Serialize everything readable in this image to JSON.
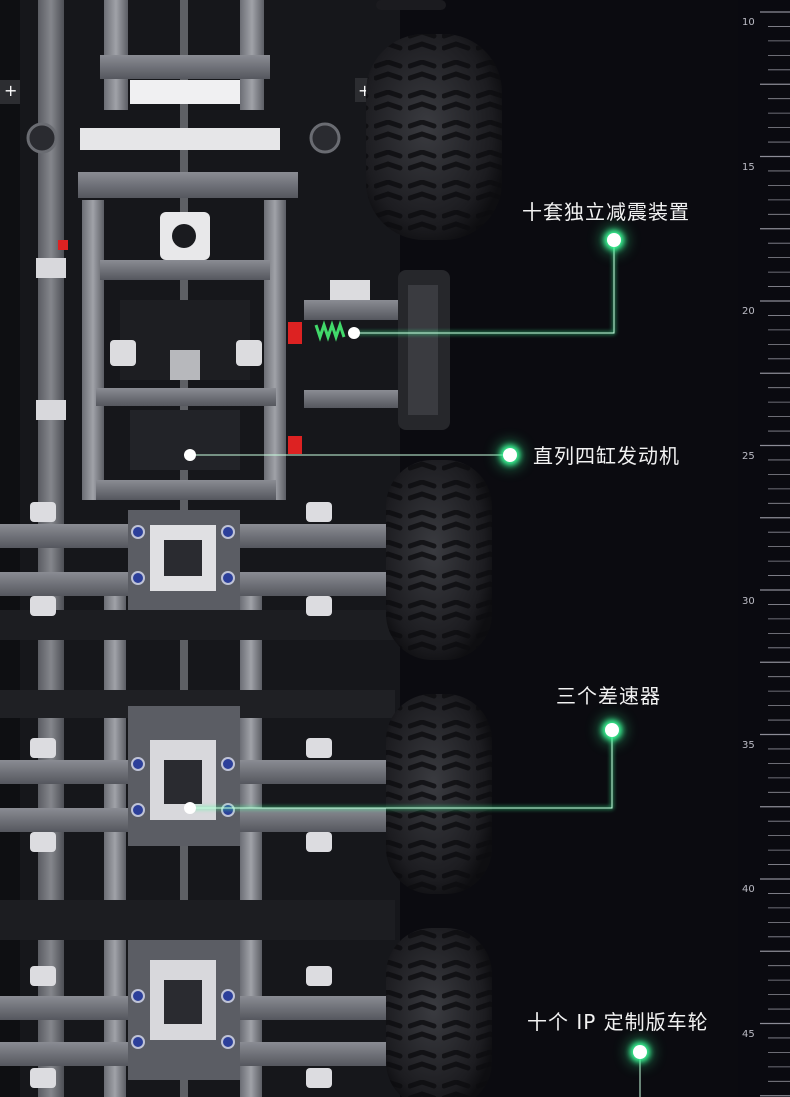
{
  "annotations": {
    "suspension": "十套独立减震装置",
    "engine": "直列四缸发动机",
    "differentials": "三个差速器",
    "wheels": "十个 IP 定制版车轮"
  },
  "ruler": {
    "ticks": [
      "10",
      "15",
      "20",
      "25",
      "30",
      "35",
      "40",
      "45"
    ]
  },
  "colors": {
    "background": "#0b0b10",
    "accent_glow": "#3dff9a",
    "label_text": "#f2f2f2"
  }
}
